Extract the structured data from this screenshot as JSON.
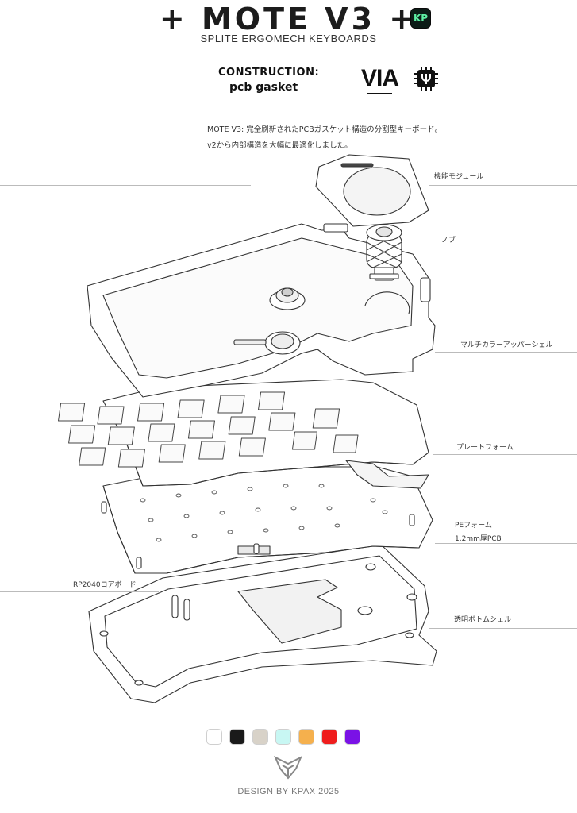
{
  "header": {
    "title": "+ MOTE V3 +",
    "badge": "KP",
    "subtitle": "SPLITE ERGOMECH KEYBOARDS"
  },
  "construction": {
    "label": "CONSTRUCTION:",
    "value": "pcb gasket"
  },
  "logos": {
    "via": "VIA"
  },
  "description": {
    "line1": "MOTE V3: 完全刷新されたPCBガスケット構造の分割型キーボード。",
    "line2": "v2から内部構造を大幅に最適化しました。"
  },
  "parts": {
    "module": "機能モジュール",
    "knob": "ノブ",
    "upper_shell": "マルチカラーアッパーシェル",
    "plate_foam": "プレートフォーム",
    "pe_foam": "PEフォーム",
    "pcb": "1.2mm厚PCB",
    "rp2040": "RP2040コアボード",
    "bottom_shell": "透明ボトムシェル"
  },
  "color_options": [
    "#ffffff",
    "#1a1a1a",
    "#d8d2c8",
    "#c8f7f3",
    "#f5b04d",
    "#ef1d1d",
    "#7a12e6"
  ],
  "footer": {
    "credit": "DESIGN BY KPAX 2025"
  }
}
